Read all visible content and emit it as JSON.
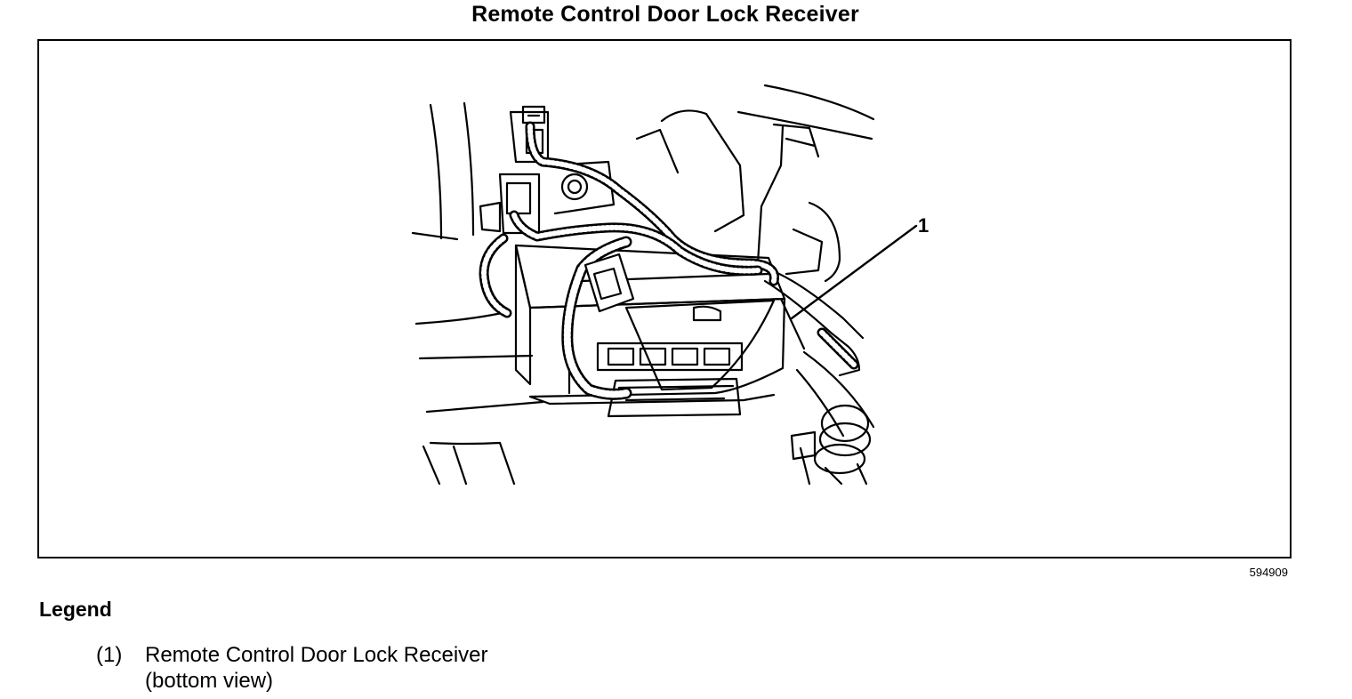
{
  "title": "Remote Control Door Lock Receiver",
  "callout": "1",
  "figure_id": "594909",
  "legend": {
    "heading": "Legend",
    "items": [
      {
        "number": "(1)",
        "lines": [
          "Remote Control Door Lock Receiver",
          "(bottom view)"
        ]
      }
    ]
  }
}
